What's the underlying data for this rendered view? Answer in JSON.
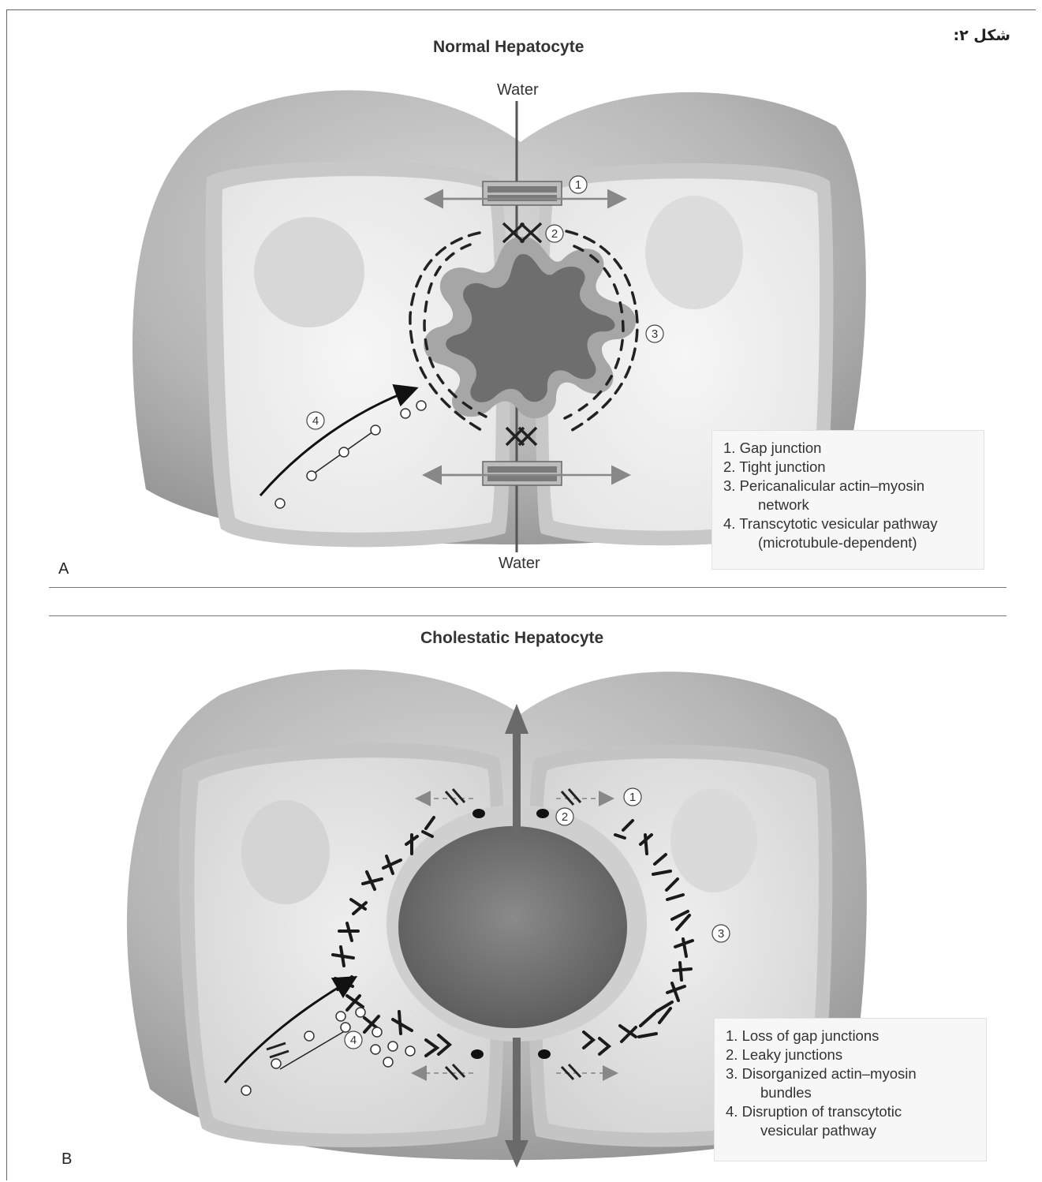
{
  "figure_label": "شکل ۲:",
  "panel_a": {
    "title": "Normal Hepatocyte",
    "letter": "A",
    "water_top": "Water",
    "water_bottom": "Water",
    "markers": [
      "1",
      "2",
      "3",
      "4"
    ],
    "legend": [
      {
        "num": "1.",
        "text": "Gap junction"
      },
      {
        "num": "2.",
        "text": "Tight junction"
      },
      {
        "num": "3.",
        "text": "Pericanalicular actin–myosin",
        "cont": "network"
      },
      {
        "num": "4.",
        "text": "Transcytotic vesicular pathway",
        "cont": "(microtubule-dependent)"
      }
    ]
  },
  "panel_b": {
    "title": "Cholestatic Hepatocyte",
    "letter": "B",
    "markers": [
      "1",
      "2",
      "3",
      "4"
    ],
    "legend": [
      {
        "num": "1.",
        "text": "Loss of gap junctions"
      },
      {
        "num": "2.",
        "text": "Leaky junctions"
      },
      {
        "num": "3.",
        "text": "Disorganized actin–myosin",
        "cont": "bundles"
      },
      {
        "num": "4.",
        "text": "Disruption of transcytotic",
        "cont": "vesicular pathway"
      }
    ]
  }
}
